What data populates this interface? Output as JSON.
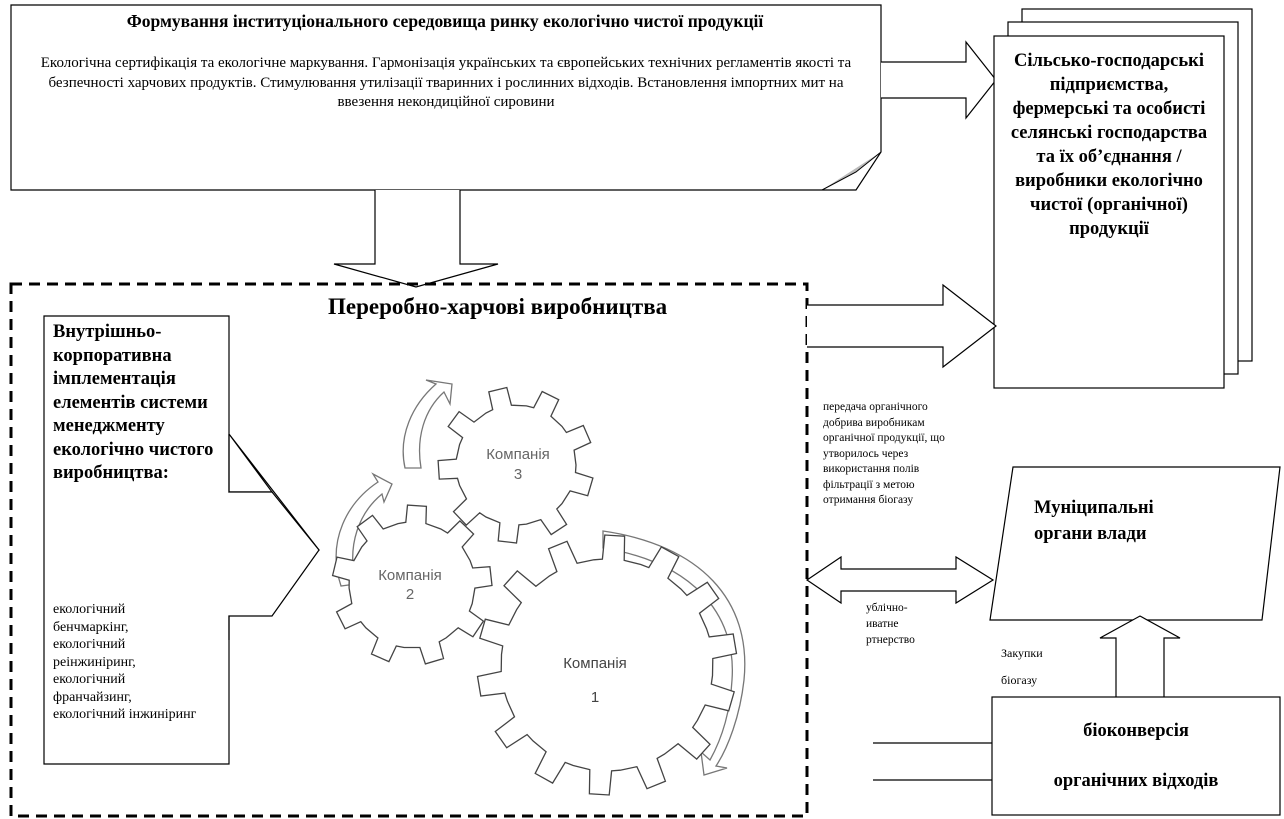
{
  "top_box": {
    "title": "Формування інституціонального середовища ринку екологічно чистої продукції",
    "body": "Екологічна сертифікація та екологічне маркування. Гармонізація українських та європейських технічних регламентів якості та безпечності харчових продуктів. Стимулювання утилізації тваринних і рослинних відходів. Встановлення імпортних мит на ввезення некондиційної сировини"
  },
  "producers_box": {
    "text": "Сільсько-господарські підприємства, фермерські та особисті селянські господарства та їх об’єднання / виробники екологічно чистої (органічної) продукції"
  },
  "processing": {
    "title": "Переробно-харчові виробництва",
    "internal_heading": "Внутрішньо-корпоративна імплементація елементів системи менеджменту екологічно чистого виробництва:",
    "internal_list": "екологічний бенчмаркінг, екологічний реінжиніринг, екологічний франчайзинг, екологічний інжиніринг"
  },
  "gears": [
    {
      "label": "Компанія",
      "number": "3"
    },
    {
      "label": "Компанія",
      "number": "2"
    },
    {
      "label": "Компанія",
      "number": "1"
    }
  ],
  "fertilizer_note": "передача органічного добрива виробникам органічної продукції, що утворилось через використання полів фільтрації з метою отримання біогазу",
  "ppp_label": {
    "line1": "ублічно-",
    "line2": "иватне",
    "line3": "ртнерство"
  },
  "municipal": {
    "line1": "Муніципальні",
    "line2": "органи влади"
  },
  "biogas_purchase": {
    "line1": "Закупки",
    "line2": "біогазу"
  },
  "bioconversion": {
    "line1": "біоконверсія",
    "line2": "органічних відходів"
  }
}
